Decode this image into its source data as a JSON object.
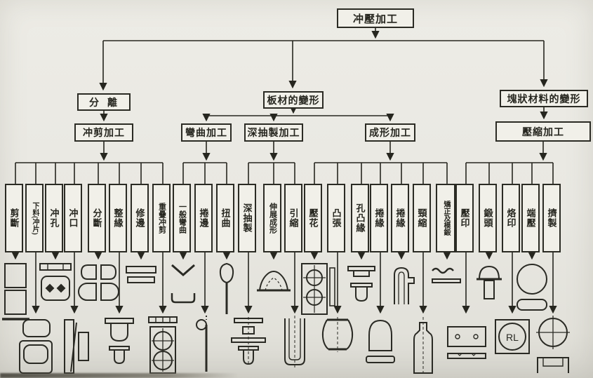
{
  "root": {
    "label": "冲壓加工"
  },
  "branches": [
    {
      "label": "分離"
    },
    {
      "label": "板材的變形"
    },
    {
      "label": "塊狀材料的變形"
    }
  ],
  "processes": [
    {
      "label": "冲剪加工",
      "parent": "分離"
    },
    {
      "label": "彎曲加工",
      "parent": "板材的變形"
    },
    {
      "label": "深抽製加工",
      "parent": "板材的變形"
    },
    {
      "label": "成形加工",
      "parent": "板材的變形"
    },
    {
      "label": "壓縮加工",
      "parent": "塊狀材料的變形"
    }
  ],
  "operations": [
    {
      "label": "剪斷",
      "process": "冲剪加工",
      "icon": "stacked-squares-icon"
    },
    {
      "label": "下料(冲片)",
      "process": "冲剪加工",
      "icon": "blanked-plates-icon"
    },
    {
      "label": "冲孔",
      "process": "冲剪加工",
      "icon": "pierced-strip-icon"
    },
    {
      "label": "冲口",
      "process": "冲剪加工",
      "icon": "notched-plate-icon"
    },
    {
      "label": "分斷",
      "process": "冲剪加工",
      "icon": "parted-halves-icon"
    },
    {
      "label": "整緣",
      "process": "冲剪加工",
      "icon": "shaved-cup-icon"
    },
    {
      "label": "修邊",
      "process": "冲剪加工",
      "icon": "trimmed-bars-icon"
    },
    {
      "label": "重疊冲剪",
      "process": "冲剪加工",
      "icon": "overlap-punch-icon"
    },
    {
      "label": "一般彎曲",
      "process": "彎曲加工",
      "icon": "v-bend-icon"
    },
    {
      "label": "捲邊",
      "process": "彎曲加工",
      "icon": "curled-edge-icon"
    },
    {
      "label": "扭曲",
      "process": "彎曲加工",
      "icon": "twisted-paddle-icon"
    },
    {
      "label": "深抽製",
      "process": "深抽製加工",
      "icon": "drawn-cup-icon"
    },
    {
      "label": "伸展成形",
      "process": "深抽製加工",
      "icon": "stretch-dome-icon"
    },
    {
      "label": "引縮",
      "process": "深抽製加工",
      "icon": "redrawn-cup-icon"
    },
    {
      "label": "壓花",
      "process": "成形加工",
      "icon": "embossed-plate-icon"
    },
    {
      "label": "凸張",
      "process": "成形加工",
      "icon": "bulged-shell-icon"
    },
    {
      "label": "孔凸緣",
      "process": "成形加工",
      "icon": "hole-flange-icon"
    },
    {
      "label": "捲緣",
      "process": "成形加工",
      "icon": "curl-dome-icon"
    },
    {
      "label": "捲緣",
      "process": "成形加工",
      "icon": "flanged-tube-icon"
    },
    {
      "label": "頸縮",
      "process": "成形加工",
      "icon": "necked-shell-icon"
    },
    {
      "label": "矯正及模鍛",
      "process": "成形加工",
      "icon": "leveled-strip-icon"
    },
    {
      "label": "壓印",
      "process": "壓縮加工",
      "icon": "coined-plate-icon"
    },
    {
      "label": "鍛頭",
      "process": "壓縮加工",
      "icon": "headed-pin-icon"
    },
    {
      "label": "烙印",
      "process": "壓縮加工",
      "icon": "brand-stamp-icon"
    },
    {
      "label": "端壓",
      "process": "壓縮加工",
      "icon": "upset-blank-icon"
    },
    {
      "label": "擠製",
      "process": "壓縮加工",
      "icon": "extruded-section-icon"
    }
  ],
  "stamp_text": "RL",
  "colors": {
    "ink": "#26261f",
    "paper": "#e9e8e2"
  }
}
